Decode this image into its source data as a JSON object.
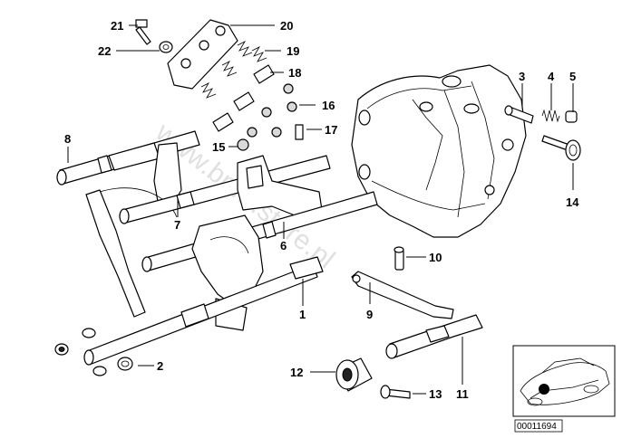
{
  "watermark": "www.bmw.store.pl",
  "reference_code": "00011694",
  "callouts": [
    {
      "id": "c1",
      "text": "1"
    },
    {
      "id": "c2",
      "text": "2"
    },
    {
      "id": "c3",
      "text": "3"
    },
    {
      "id": "c4",
      "text": "4"
    },
    {
      "id": "c5",
      "text": "5"
    },
    {
      "id": "c6",
      "text": "6"
    },
    {
      "id": "c7",
      "text": "7"
    },
    {
      "id": "c8",
      "text": "8"
    },
    {
      "id": "c9",
      "text": "9"
    },
    {
      "id": "c10",
      "text": "10"
    },
    {
      "id": "c11",
      "text": "11"
    },
    {
      "id": "c12",
      "text": "12"
    },
    {
      "id": "c13",
      "text": "13"
    },
    {
      "id": "c14",
      "text": "14"
    },
    {
      "id": "c15",
      "text": "15"
    },
    {
      "id": "c16",
      "text": "16"
    },
    {
      "id": "c17",
      "text": "17"
    },
    {
      "id": "c18",
      "text": "18"
    },
    {
      "id": "c19",
      "text": "19"
    },
    {
      "id": "c20",
      "text": "20"
    },
    {
      "id": "c21",
      "text": "21"
    },
    {
      "id": "c22",
      "text": "22"
    }
  ]
}
